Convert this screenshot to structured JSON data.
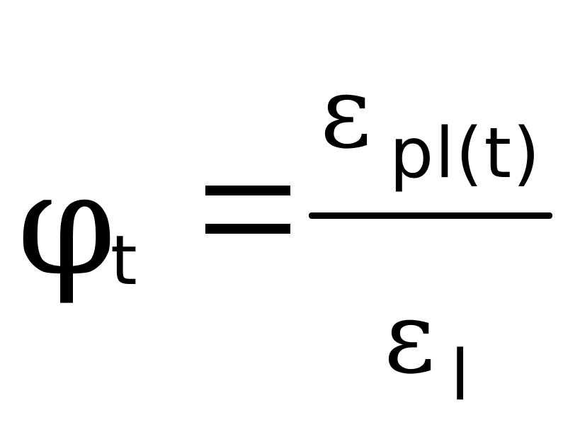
{
  "formula": {
    "lhs_symbol": "φ",
    "lhs_subscript": "t",
    "numerator_symbol": "ε",
    "numerator_subscript": "pl(t)",
    "denominator_symbol": "ε",
    "denominator_subscript": "l"
  }
}
